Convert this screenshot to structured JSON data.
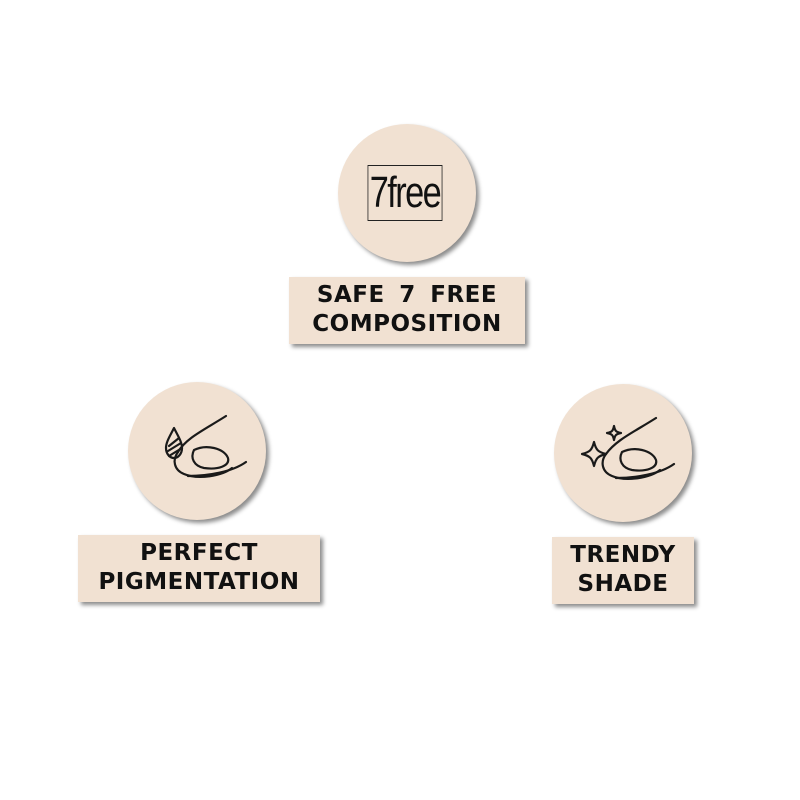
{
  "features": [
    {
      "icon": "7free-badge-icon",
      "badge_text": "7free",
      "label_lines": [
        "SAFE 7 FREE",
        "COMPOSITION"
      ]
    },
    {
      "icon": "nail-drop-icon",
      "label_lines": [
        "PERFECT",
        "PIGMENTATION"
      ]
    },
    {
      "icon": "nail-sparkle-icon",
      "label_lines": [
        "TRENDY",
        "SHADE"
      ]
    }
  ],
  "colors": {
    "badge_background": "#f1e1d2",
    "text": "#111111"
  }
}
